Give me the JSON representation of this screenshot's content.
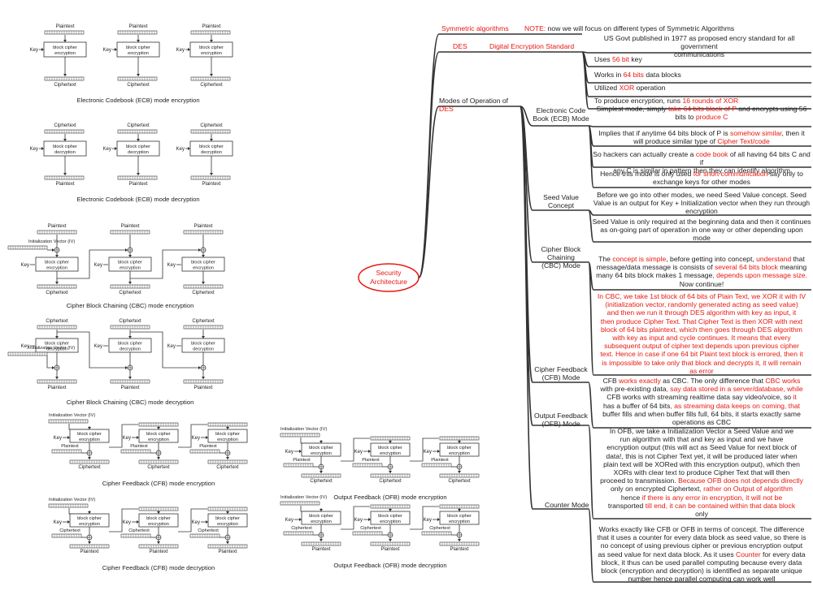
{
  "left_diagrams": {
    "ecb_enc": {
      "title": "Electronic Codebook (ECB) mode encryption",
      "top": "Plaintext",
      "box": [
        "block cipher",
        "encryption"
      ],
      "key": "Key",
      "bottom": "Ciphertext"
    },
    "ecb_dec": {
      "title": "Electronic Codebook (ECB) mode decryption",
      "top": "Ciphertext",
      "box": [
        "block cipher",
        "decryption"
      ],
      "key": "Key",
      "bottom": "Plaintext"
    },
    "cbc_enc": {
      "title": "Cipher Block Chaining (CBC) mode encryption",
      "top": "Plaintext",
      "iv": "Initialization Vector (IV)",
      "box": [
        "block cipher",
        "encryption"
      ],
      "key": "Key",
      "bottom": "Ciphertext"
    },
    "cbc_dec": {
      "title": "Cipher Block Chaining (CBC) mode decryption",
      "top": "Ciphertext",
      "iv": "Initialization Vector (IV)",
      "box": [
        "block cipher",
        "decryption"
      ],
      "key": "Key",
      "bottom": "Plaintext"
    },
    "cfb_enc": {
      "title": "Cipher Feedback (CFB) mode encryption",
      "iv": "Initialization Vector (IV)",
      "box": [
        "block cipher",
        "encryption"
      ],
      "key": "Key",
      "side": "Plaintext",
      "bottom": "Ciphertext"
    },
    "cfb_dec": {
      "title": "Cipher Feedback (CFB) mode decryption",
      "iv": "Initialization Vector (IV)",
      "box": [
        "block cipher",
        "encryption"
      ],
      "key": "Key",
      "side": "Ciphertext",
      "bottom": "Plaintext"
    },
    "ofb_enc": {
      "title": "Output Feedback (OFB) mode encryption",
      "iv": "Initialization Vector (IV)",
      "box": [
        "block cipher",
        "encryption"
      ],
      "key": "Key",
      "side": "Plaintext",
      "bottom": "Ciphertext"
    },
    "ofb_dec": {
      "title": "Output Feedback (OFB) mode decryption",
      "iv": "Initialization Vector (IV)",
      "box": [
        "block cipher",
        "encryption"
      ],
      "key": "Key",
      "side": "Ciphertext",
      "bottom": "Plaintext"
    }
  },
  "mindmap": {
    "root": [
      "Security",
      "Architecture"
    ],
    "symmetric": "Symmetric algorithms",
    "note_label": "NOTE:",
    "note_text": " now we will focus on different types of Symmetric Algorithms",
    "des": "DES",
    "des_full": "Digital Encryption Standard",
    "des_intro": [
      "US Govt published in 1977 as proposed encry standard for all government",
      "communications"
    ],
    "des_key": [
      "Uses ",
      "56 bit",
      " key"
    ],
    "des_blocks": [
      "Works in ",
      "64 bits",
      " data blocks"
    ],
    "des_xor": [
      "Utilized ",
      "XOR",
      " operation"
    ],
    "des_rounds": [
      "To produce encryption, runs ",
      "16 rounds of XOR"
    ],
    "modes_label": [
      "Modes of Operation of ",
      "DES"
    ],
    "ecb": [
      "Electronic Code",
      "Book (ECB) Mode"
    ],
    "ecb_1": [
      [
        "Simplest mode, simply ",
        "take 64 bits block of P",
        " and encrypts using 56"
      ],
      [
        "bits to ",
        "produce C"
      ]
    ],
    "ecb_2": [
      [
        "Implies that if anytime 64 bits block of P is ",
        "somehow similar",
        ", then it"
      ],
      [
        "will produce similar type of ",
        "Cipher Text/code"
      ]
    ],
    "ecb_3": [
      [
        "So hackers can actually create a ",
        "code book",
        " of all having 64 bits C and if"
      ],
      [
        "any C is similar in pattern then they can identify algorithm"
      ]
    ],
    "ecb_4": [
      [
        "Hence this mode is only used ",
        "for short communication",
        " say only to"
      ],
      [
        "exchange keys for other modes"
      ]
    ],
    "seed": [
      "Seed Value",
      "Concept"
    ],
    "seed_1": [
      "Before we go into other modes, we need Seed Value concept. Seed",
      "Value is an output for Key + Initialization vector when they run through",
      "encryption"
    ],
    "seed_2": [
      "Seed Value is only required at the beginning data and then it continues",
      "as on-going part of operation in one way or other depending upon",
      "mode"
    ],
    "cbc": [
      "Cipher Block Chaining",
      "(CBC) Mode"
    ],
    "cbc_1": [
      [
        "The ",
        "concept is simple",
        ", before getting into concept, ",
        "understand",
        " that"
      ],
      [
        "message/data message is consists of ",
        "several 64 bits block",
        " meaning"
      ],
      [
        "many 64 bits block makes 1 message",
        ", depends upon message size."
      ],
      [
        "Now continue!"
      ]
    ],
    "cbc_2": [
      "In CBC, we take 1st block of 64 bits of Plain Text, we XOR it with IV",
      "(initialization vector, randomly generated acting as seed value)",
      "and then we run it through DES algorithm with key as input, it",
      "then produce Cipher Text. That Cipher Text is then XOR with next",
      "block of 64 bits plaintext, which then goes through DES algorithm",
      "with key as input and cycle continues. It means that every",
      "subsequent output of cipher text depends upon previous cipher",
      "text. Hence in case if one 64 bit Plaint text block is errored, then it",
      "is impossible to take only that block and decrypts it, it will remain",
      "as error"
    ],
    "cfb": [
      "Cipher Feedback",
      "(CFB) Mode"
    ],
    "cfb_1": [
      [
        "CFB ",
        "works exactly",
        " as CBC. The only difference that ",
        "CBC works"
      ],
      [
        "with pre-existing data",
        ", say data stored in a server/database, while"
      ],
      [
        "CFB works with streaming realtime data say video/voice, so ",
        "it"
      ],
      [
        "has a buffer of 64 bits",
        ", as streaming data keeps on coming, that"
      ],
      [
        "buffer fills and when buffer fills full, 64 bits, it starts exactly same"
      ],
      [
        "operations as CBC"
      ]
    ],
    "ofb": [
      "Output Feedback",
      "(OFB) Mode"
    ],
    "ofb_1": [
      [
        "In OFB, we take a Initialization Vector a Seed Value and we"
      ],
      [
        "run algorithm with that and key as input and we have"
      ],
      [
        "encryption output (this will act as Seed Value for next block of"
      ],
      [
        "data!, this is not Cipher Text yet, it will be produced later when"
      ],
      [
        "plain text will be XORed with this encryption output), which then"
      ],
      [
        "XORs with clear text to produce Cipher Text that will then"
      ],
      [
        "proceed to transmission. ",
        "Because OFB does not depends directly"
      ],
      [
        "only on encrypted Ciphertext",
        ", rather on Output of algorithm"
      ],
      [
        "hence ",
        "if there is any error in encryption, it will not be"
      ],
      [
        "transported",
        " till end, it can be contained within that data block"
      ],
      [
        "only"
      ]
    ],
    "ctr": "Counter Mode",
    "ctr_1": [
      [
        "Works exactly like CFB or OFB in terms of concept. The difference"
      ],
      [
        "that it uses a counter for every data block as seed value, so there is"
      ],
      [
        "no concept of using previous cipher or previous encryption output"
      ],
      [
        "as seed value for next data block. As it uses ",
        "Counter",
        " for every data"
      ],
      [
        "block, it thus can be used parallel computing because every data"
      ],
      [
        "block (encryption and decryption) is identified as separate unique"
      ],
      [
        "number hence parallel computing can work well"
      ]
    ]
  },
  "colors": {
    "accent_red": "#e8170f",
    "text": "#222222",
    "line": "#333333",
    "oval_fill": "#ffffff"
  }
}
